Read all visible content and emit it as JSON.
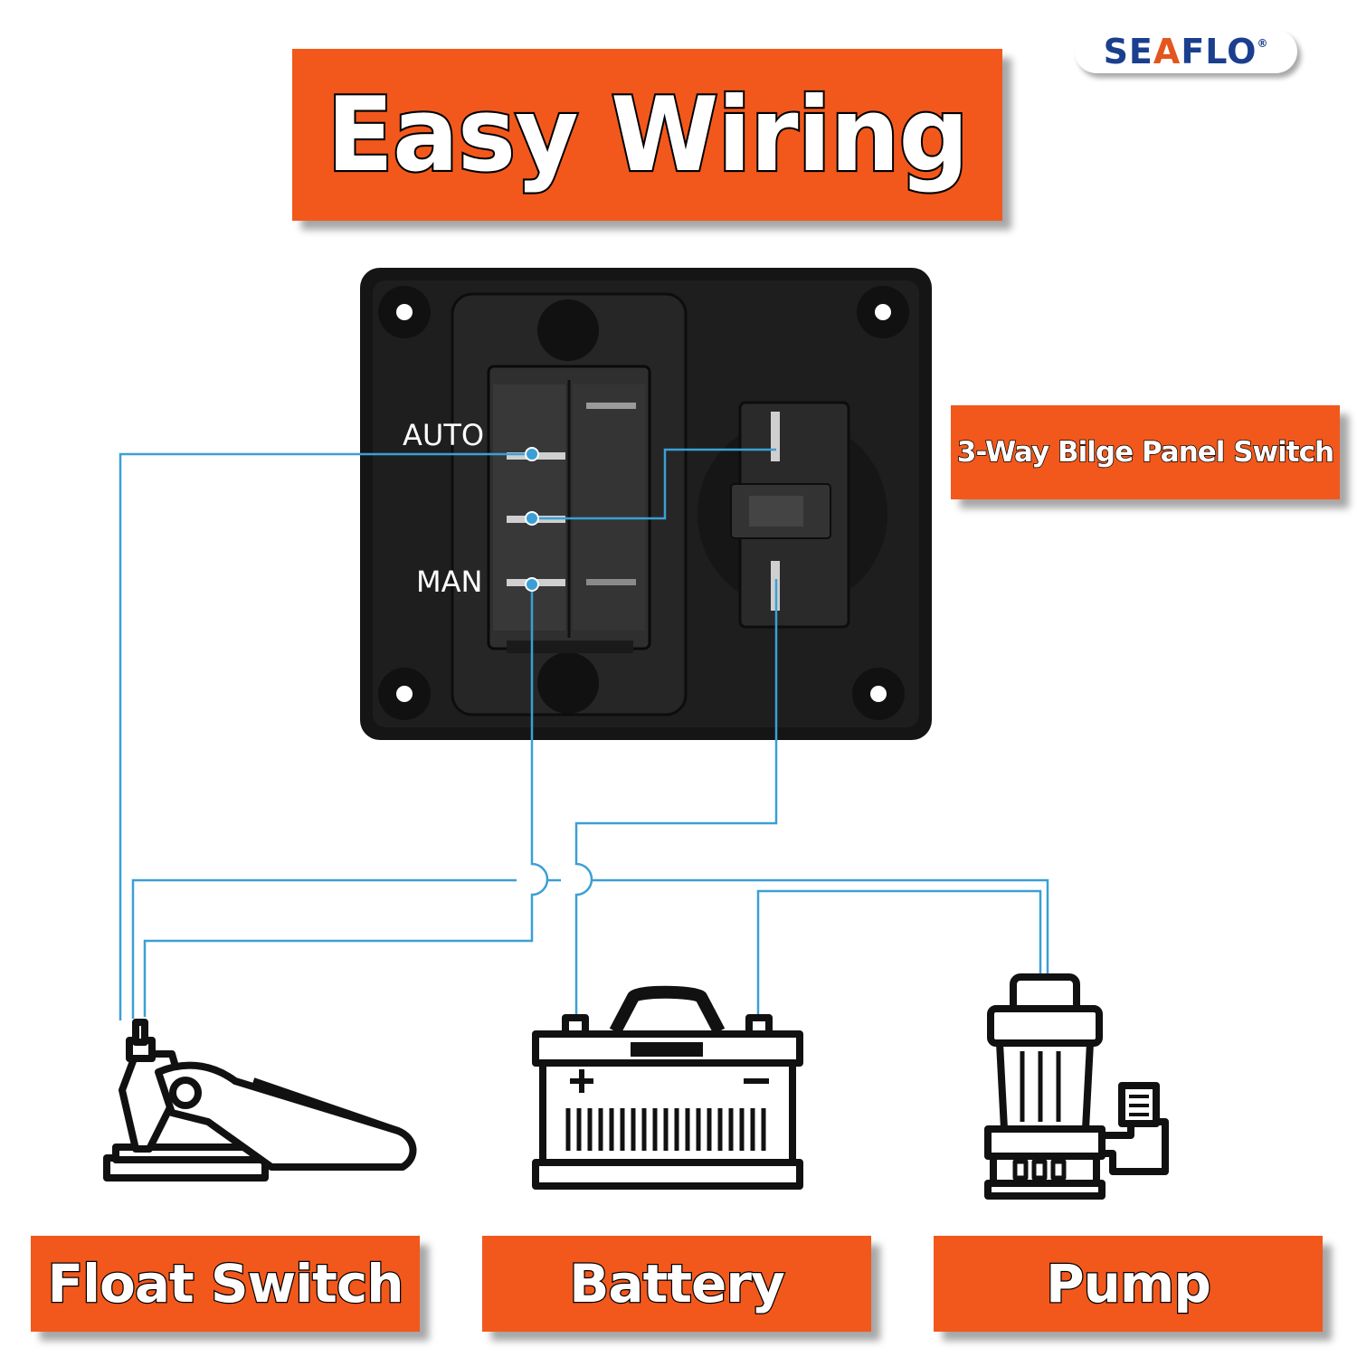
{
  "logo": {
    "part1": "SE",
    "part2": "A",
    "part3": "FLO",
    "mark": "®"
  },
  "title": "Easy Wiring",
  "panel_label": "3-Way Bilge Panel Switch",
  "switch_terminals": {
    "auto": "AUTO",
    "man": "MAN"
  },
  "components": [
    {
      "label": "Float Switch",
      "icon": "float-switch-icon"
    },
    {
      "label": "Battery",
      "icon": "battery-icon"
    },
    {
      "label": "Pump",
      "icon": "pump-icon"
    }
  ],
  "colors": {
    "banner": "#f2581c",
    "wire": "#3b9fd6",
    "panel": "#1a1a1a",
    "logo_blue": "#1b3f8f",
    "logo_orange": "#e4561d"
  }
}
